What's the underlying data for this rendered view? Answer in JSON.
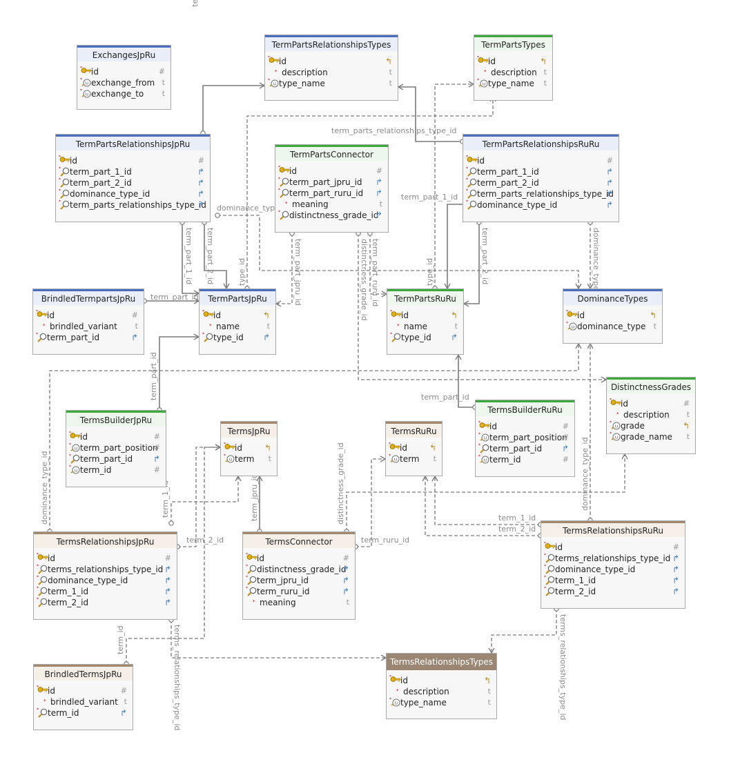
{
  "tables": [
    {
      "key": "ExchangesJpRu",
      "name": "ExchangesJpRu",
      "theme": "blue",
      "cols": [
        {
          "name": "id",
          "icon": "key",
          "type": "#"
        },
        {
          "name": "exchange_from",
          "icon": "unique",
          "type": "t"
        },
        {
          "name": "exchange_to",
          "icon": "unique",
          "type": "t"
        }
      ]
    },
    {
      "key": "TermPartsRelationshipsTypes",
      "name": "TermPartsRelationshipsTypes",
      "theme": "blue",
      "cols": [
        {
          "name": "id",
          "icon": "key",
          "type": "pk"
        },
        {
          "name": "description",
          "icon": "none",
          "type": "t"
        },
        {
          "name": "type_name",
          "icon": "unique",
          "type": "t"
        }
      ]
    },
    {
      "key": "TermPartsTypes",
      "name": "TermPartsTypes",
      "theme": "green",
      "cols": [
        {
          "name": "id",
          "icon": "key",
          "type": "pk"
        },
        {
          "name": "description",
          "icon": "none",
          "type": "t"
        },
        {
          "name": "type_name",
          "icon": "unique",
          "type": "t"
        }
      ]
    },
    {
      "key": "TermPartsRelationshipsJpRu",
      "name": "TermPartsRelationshipsJpRu",
      "theme": "blue",
      "cols": [
        {
          "name": "id",
          "icon": "key",
          "type": "#"
        },
        {
          "name": "term_part_1_id",
          "icon": "search",
          "type": "fk"
        },
        {
          "name": "term_part_2_id",
          "icon": "search",
          "type": "fk"
        },
        {
          "name": "dominance_type_id",
          "icon": "search",
          "type": "fk"
        },
        {
          "name": "term_parts_relationships_type_id",
          "icon": "search",
          "type": "fk"
        }
      ]
    },
    {
      "key": "TermPartsConnector",
      "name": "TermPartsConnector",
      "theme": "green",
      "cols": [
        {
          "name": "id",
          "icon": "key",
          "type": "#"
        },
        {
          "name": "term_part_jpru_id",
          "icon": "search",
          "type": "fk"
        },
        {
          "name": "term_part_ruru_id",
          "icon": "search",
          "type": "fk"
        },
        {
          "name": "meaning",
          "icon": "none",
          "type": "t"
        },
        {
          "name": "distinctness_grade_id",
          "icon": "search",
          "type": "fk"
        }
      ]
    },
    {
      "key": "TermPartsRelationshipsRuRu",
      "name": "TermPartsRelationshipsRuRu",
      "theme": "blue",
      "cols": [
        {
          "name": "id",
          "icon": "key",
          "type": "#"
        },
        {
          "name": "term_part_1_id",
          "icon": "search",
          "type": "fk"
        },
        {
          "name": "term_part_2_id",
          "icon": "search",
          "type": "fk"
        },
        {
          "name": "term_parts_relationships_type_id",
          "icon": "search",
          "type": "fk"
        },
        {
          "name": "dominance_type_id",
          "icon": "search",
          "type": "fk"
        }
      ]
    },
    {
      "key": "BrindledTermpartsJpRu",
      "name": "BrindledTermpartsJpRu",
      "theme": "blue",
      "cols": [
        {
          "name": "id",
          "icon": "key",
          "type": "#"
        },
        {
          "name": "brindled_variant",
          "icon": "none",
          "type": "t"
        },
        {
          "name": "term_part_id",
          "icon": "search",
          "type": "fk"
        }
      ]
    },
    {
      "key": "TermPartsJpRu",
      "name": "TermPartsJpRu",
      "theme": "blue",
      "cols": [
        {
          "name": "id",
          "icon": "key",
          "type": "pk"
        },
        {
          "name": "name",
          "icon": "none",
          "type": "t"
        },
        {
          "name": "type_id",
          "icon": "search",
          "type": "fk"
        }
      ]
    },
    {
      "key": "TermPartsRuRu",
      "name": "TermPartsRuRu",
      "theme": "green",
      "cols": [
        {
          "name": "id",
          "icon": "key",
          "type": "pk"
        },
        {
          "name": "name",
          "icon": "none",
          "type": "t"
        },
        {
          "name": "type_id",
          "icon": "search",
          "type": "fk"
        }
      ]
    },
    {
      "key": "DominanceTypes",
      "name": "DominanceTypes",
      "theme": "blue",
      "cols": [
        {
          "name": "id",
          "icon": "key",
          "type": "pk"
        },
        {
          "name": "dominance_type",
          "icon": "unique",
          "type": "t"
        }
      ]
    },
    {
      "key": "DistinctnessGrades",
      "name": "DistinctnessGrades",
      "theme": "green",
      "cols": [
        {
          "name": "id",
          "icon": "key",
          "type": "#"
        },
        {
          "name": "description",
          "icon": "none",
          "type": "t"
        },
        {
          "name": "grade",
          "icon": "unique",
          "type": "pk"
        },
        {
          "name": "grade_name",
          "icon": "unique",
          "type": "t"
        }
      ]
    },
    {
      "key": "TermsBuilderJpRu",
      "name": "TermsBuilderJpRu",
      "theme": "green",
      "cols": [
        {
          "name": "id",
          "icon": "key",
          "type": "#"
        },
        {
          "name": "term_part_position",
          "icon": "unique",
          "type": "#"
        },
        {
          "name": "term_part_id",
          "icon": "search",
          "type": "fk"
        },
        {
          "name": "term_id",
          "icon": "unique",
          "type": "#"
        }
      ]
    },
    {
      "key": "TermsBuilderRuRu",
      "name": "TermsBuilderRuRu",
      "theme": "green",
      "cols": [
        {
          "name": "id",
          "icon": "key",
          "type": "#"
        },
        {
          "name": "term_part_position",
          "icon": "unique",
          "type": "#"
        },
        {
          "name": "term_part_id",
          "icon": "search",
          "type": "fk"
        },
        {
          "name": "term_id",
          "icon": "unique",
          "type": "#"
        }
      ]
    },
    {
      "key": "TermsJpRu",
      "name": "TermsJpRu",
      "theme": "tan",
      "cols": [
        {
          "name": "id",
          "icon": "key",
          "type": "pk"
        },
        {
          "name": "term",
          "icon": "unique",
          "type": "t"
        }
      ]
    },
    {
      "key": "TermsRuRu",
      "name": "TermsRuRu",
      "theme": "tan",
      "cols": [
        {
          "name": "id",
          "icon": "key",
          "type": "pk"
        },
        {
          "name": "term",
          "icon": "unique",
          "type": "t"
        }
      ]
    },
    {
      "key": "TermsRelationshipsJpRu",
      "name": "TermsRelationshipsJpRu",
      "theme": "tan",
      "cols": [
        {
          "name": "id",
          "icon": "key",
          "type": "#"
        },
        {
          "name": "terms_relationships_type_id",
          "icon": "search",
          "type": "fk"
        },
        {
          "name": "dominance_type_id",
          "icon": "search",
          "type": "fk"
        },
        {
          "name": "term_1_id",
          "icon": "search",
          "type": "fk"
        },
        {
          "name": "term_2_id",
          "icon": "search",
          "type": "fk"
        }
      ]
    },
    {
      "key": "TermsConnector",
      "name": "TermsConnector",
      "theme": "tan",
      "cols": [
        {
          "name": "id",
          "icon": "key",
          "type": "#"
        },
        {
          "name": "distinctness_grade_id",
          "icon": "search",
          "type": "fk"
        },
        {
          "name": "term_jpru_id",
          "icon": "search",
          "type": "fk"
        },
        {
          "name": "term_ruru_id",
          "icon": "search",
          "type": "fk"
        },
        {
          "name": "meaning",
          "icon": "none",
          "type": "t"
        }
      ]
    },
    {
      "key": "TermsRelationshipsRuRu",
      "name": "TermsRelationshipsRuRu",
      "theme": "tan",
      "cols": [
        {
          "name": "id",
          "icon": "key",
          "type": "#"
        },
        {
          "name": "terms_relationships_type_id",
          "icon": "search",
          "type": "fk"
        },
        {
          "name": "dominance_type_id",
          "icon": "search",
          "type": "fk"
        },
        {
          "name": "term_1_id",
          "icon": "search",
          "type": "fk"
        },
        {
          "name": "term_2_id",
          "icon": "search",
          "type": "fk"
        }
      ]
    },
    {
      "key": "BrindledTermsJpRu",
      "name": "BrindledTermsJpRu",
      "theme": "tan",
      "cols": [
        {
          "name": "id",
          "icon": "key",
          "type": "#"
        },
        {
          "name": "brindled_variant",
          "icon": "none",
          "type": "t"
        },
        {
          "name": "term_id",
          "icon": "search",
          "type": "fk"
        }
      ]
    },
    {
      "key": "TermsRelationshipsTypes",
      "name": "TermsRelationshipsTypes",
      "theme": "solid",
      "cols": [
        {
          "name": "id",
          "icon": "key",
          "type": "pk"
        },
        {
          "name": "description",
          "icon": "none",
          "type": "t"
        },
        {
          "name": "type_name",
          "icon": "unique",
          "type": "t"
        }
      ]
    }
  ],
  "relations": [
    {
      "from": "TermPartsRelationshipsJpRu",
      "to": "TermPartsRelationshipsTypes",
      "label": "term_parts_relationships_type_id",
      "style": "solid"
    },
    {
      "from": "TermPartsRelationshipsRuRu",
      "to": "TermPartsRelationshipsTypes",
      "label": "term_parts_relationships_type_id",
      "style": "solid"
    },
    {
      "from": "TermPartsJpRu",
      "to": "TermPartsTypes",
      "label": "type_id",
      "style": "dashed"
    },
    {
      "from": "TermPartsRuRu",
      "to": "TermPartsTypes",
      "label": "type_id",
      "style": "dashed"
    },
    {
      "from": "TermPartsRelationshipsJpRu",
      "to": "TermPartsJpRu",
      "label": "term_part_1_id",
      "style": "solid"
    },
    {
      "from": "TermPartsRelationshipsJpRu",
      "to": "TermPartsJpRu",
      "label": "term_part_2_id",
      "style": "solid"
    },
    {
      "from": "TermPartsRelationshipsJpRu",
      "to": "DominanceTypes",
      "label": "dominance_type_id",
      "style": "dashed"
    },
    {
      "from": "TermPartsConnector",
      "to": "TermPartsJpRu",
      "label": "term_part_jpru_id",
      "style": "dashed"
    },
    {
      "from": "TermPartsConnector",
      "to": "TermPartsRuRu",
      "label": "term_part_ruru_id",
      "style": "dashed"
    },
    {
      "from": "TermPartsConnector",
      "to": "DistinctnessGrades",
      "label": "distinctness_grade_id",
      "style": "dashed"
    },
    {
      "from": "TermPartsRelationshipsRuRu",
      "to": "TermPartsRuRu",
      "label": "term_part_1_id",
      "style": "solid"
    },
    {
      "from": "TermPartsRelationshipsRuRu",
      "to": "TermPartsRuRu",
      "label": "term_part_2_id",
      "style": "solid"
    },
    {
      "from": "TermPartsRelationshipsRuRu",
      "to": "DominanceTypes",
      "label": "dominance_type_id",
      "style": "dashed"
    },
    {
      "from": "BrindledTermpartsJpRu",
      "to": "TermPartsJpRu",
      "label": "term_part_id",
      "style": "solid"
    },
    {
      "from": "TermsBuilderJpRu",
      "to": "TermPartsJpRu",
      "label": "term_part_id",
      "style": "solid"
    },
    {
      "from": "TermsBuilderRuRu",
      "to": "TermPartsRuRu",
      "label": "term_part_id",
      "style": "solid"
    },
    {
      "from": "TermsRelationshipsJpRu",
      "to": "DominanceTypes",
      "label": "dominance_type_id",
      "style": "dashed"
    },
    {
      "from": "TermsRelationshipsRuRu",
      "to": "DominanceTypes",
      "label": "dominance_type_id",
      "style": "dashed"
    },
    {
      "from": "TermsRelationshipsJpRu",
      "to": "TermsJpRu",
      "label": "term_1_id",
      "style": "dashed"
    },
    {
      "from": "TermsRelationshipsJpRu",
      "to": "TermsJpRu",
      "label": "term_2_id",
      "style": "dashed"
    },
    {
      "from": "TermsConnector",
      "to": "TermsJpRu",
      "label": "term_jpru_id",
      "style": "solid"
    },
    {
      "from": "TermsConnector",
      "to": "TermsRuRu",
      "label": "term_ruru_id",
      "style": "dashed"
    },
    {
      "from": "TermsConnector",
      "to": "DistinctnessGrades",
      "label": "distinctness_grade_id",
      "style": "dashed"
    },
    {
      "from": "TermsRelationshipsRuRu",
      "to": "TermsRuRu",
      "label": "term_1_id",
      "style": "dashed"
    },
    {
      "from": "TermsRelationshipsRuRu",
      "to": "TermsRuRu",
      "label": "term_2_id",
      "style": "dashed"
    },
    {
      "from": "TermsRelationshipsJpRu",
      "to": "TermsRelationshipsTypes",
      "label": "terms_relationships_type_id",
      "style": "dashed"
    },
    {
      "from": "TermsRelationshipsRuRu",
      "to": "TermsRelationshipsTypes",
      "label": "terms_relationships_type_id",
      "style": "dashed"
    },
    {
      "from": "BrindledTermsJpRu",
      "to": "TermsJpRu",
      "label": "term_id",
      "style": "dashed"
    }
  ],
  "icon_names": {
    "key": "key-icon",
    "unique": "unique-key-icon",
    "search": "foreign-key-icon",
    "none": ""
  },
  "type_glyphs": {
    "#": "#",
    "t": "t",
    "fk": "↱",
    "pk": "↰"
  },
  "colors": {
    "blue": "#4a6fbf",
    "green": "#3daa3d",
    "tan": "#a38a6c",
    "solid": "#9a8673",
    "line": "#7a7a7a"
  }
}
